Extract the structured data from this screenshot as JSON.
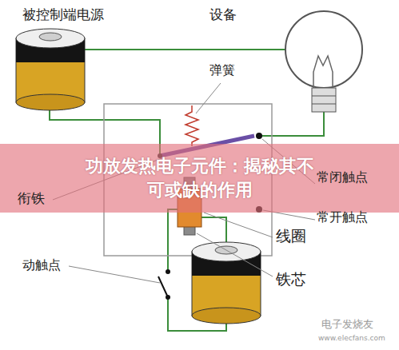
{
  "diagram": {
    "title": "功放发热电子元件：揭秘其不可或缺的作用",
    "labels": [
      "被控制端电源",
      "设备",
      "弹簧",
      "常闭触点",
      "衔铁",
      "常开触点",
      "线圈",
      "动触点",
      "铁芯",
      "电子发烧友",
      "www.elecfans.com"
    ]
  }
}
